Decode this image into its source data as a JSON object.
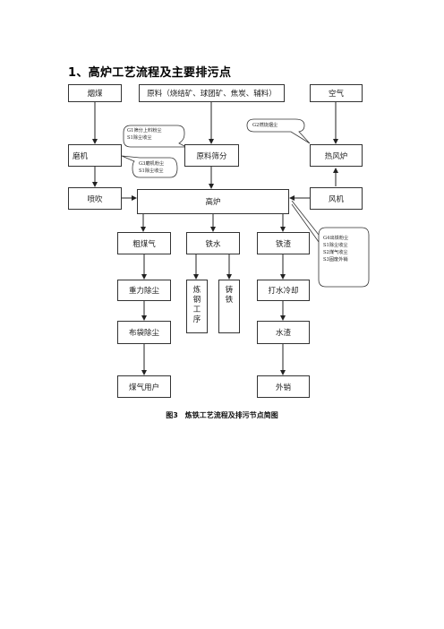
{
  "heading": "1、高炉工艺流程及主要排污点",
  "nodes": {
    "coal": "烟煤",
    "raw_materials": "原料（烧结矿、球团矿、焦炭、辅料）",
    "air": "空气",
    "mill": "磨机",
    "screening": "原料筛分",
    "hot_stove": "热风炉",
    "injection": "喷吹",
    "blast_furnace": "高炉",
    "blower": "风机",
    "crude_gas": "粗煤气",
    "hot_metal": "铁水",
    "slag": "铁渣",
    "gravity_dust": "重力除尘",
    "steelmaking": [
      "炼",
      "钢",
      "工",
      "序"
    ],
    "casting": [
      "铸",
      "铁"
    ],
    "water_quench": "打水冷却",
    "bag_dust": "布袋除尘",
    "water_slag": "水渣",
    "gas_users": "煤气用户",
    "sale": "外销"
  },
  "callouts": {
    "g1": [
      "G1筛分上料粉尘",
      "S1除尘收尘"
    ],
    "g2": [
      "G2燃烧烟尘"
    ],
    "g3": [
      "G3磨机粉尘",
      "S1除尘收尘"
    ],
    "g4": [
      "G4出铁粉尘",
      "S1除尘收尘",
      "S2煤气收尘",
      "S3固废外销"
    ]
  },
  "caption": {
    "number": "图3",
    "text": "炼铁工艺流程及排污节点简图"
  }
}
